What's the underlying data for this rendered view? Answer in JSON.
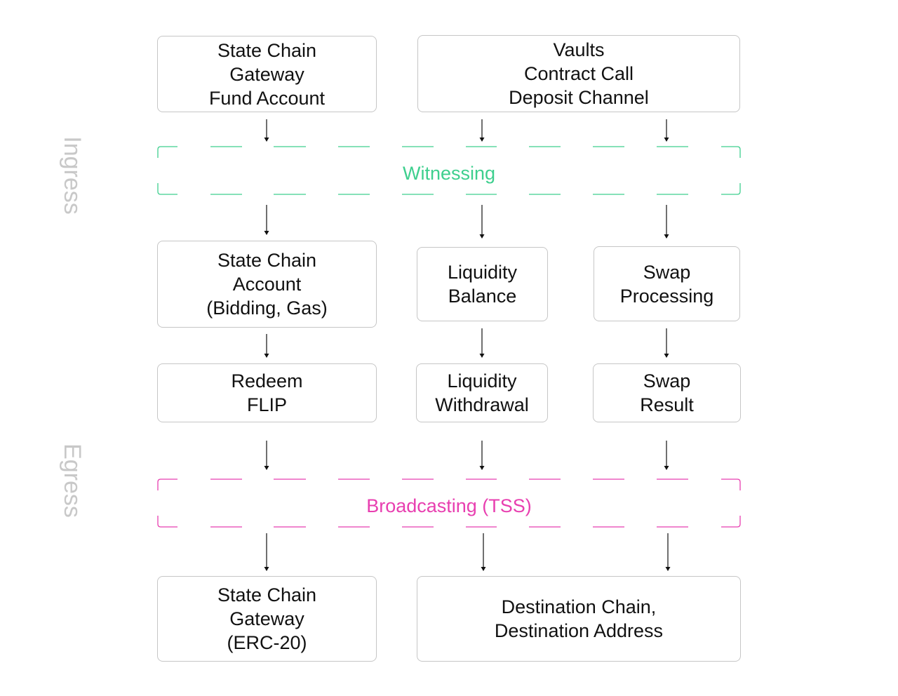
{
  "side_labels": {
    "ingress": "Ingress",
    "egress": "Egress"
  },
  "bands": {
    "witnessing": {
      "label": "Witnessing",
      "color": "#3ecf8e"
    },
    "broadcasting": {
      "label": "Broadcasting (TSS)",
      "color": "#e83fb0"
    }
  },
  "colors": {
    "box_border": "#c6c6c6",
    "box_text": "#111111",
    "arrow": "#111111",
    "side_label": "#c8c8c8"
  },
  "nodes": {
    "state_chain_gateway_fund": {
      "lines": [
        "State Chain",
        "Gateway",
        "Fund Account"
      ]
    },
    "vaults": {
      "lines": [
        "Vaults",
        "Contract Call",
        "Deposit Channel"
      ]
    },
    "state_chain_account": {
      "lines": [
        "State Chain",
        "Account",
        "(Bidding, Gas)"
      ]
    },
    "liquidity_balance": {
      "lines": [
        "Liquidity",
        "Balance"
      ]
    },
    "swap_processing": {
      "lines": [
        "Swap",
        "Processing"
      ]
    },
    "redeem_flip": {
      "lines": [
        "Redeem",
        "FLIP"
      ]
    },
    "liquidity_withdrawal": {
      "lines": [
        "Liquidity",
        "Withdrawal"
      ]
    },
    "swap_result": {
      "lines": [
        "Swap",
        "Result"
      ]
    },
    "state_chain_gateway_erc20": {
      "lines": [
        "State Chain",
        "Gateway",
        "(ERC-20)"
      ]
    },
    "destination": {
      "lines": [
        "Destination Chain,",
        "Destination Address"
      ]
    }
  }
}
